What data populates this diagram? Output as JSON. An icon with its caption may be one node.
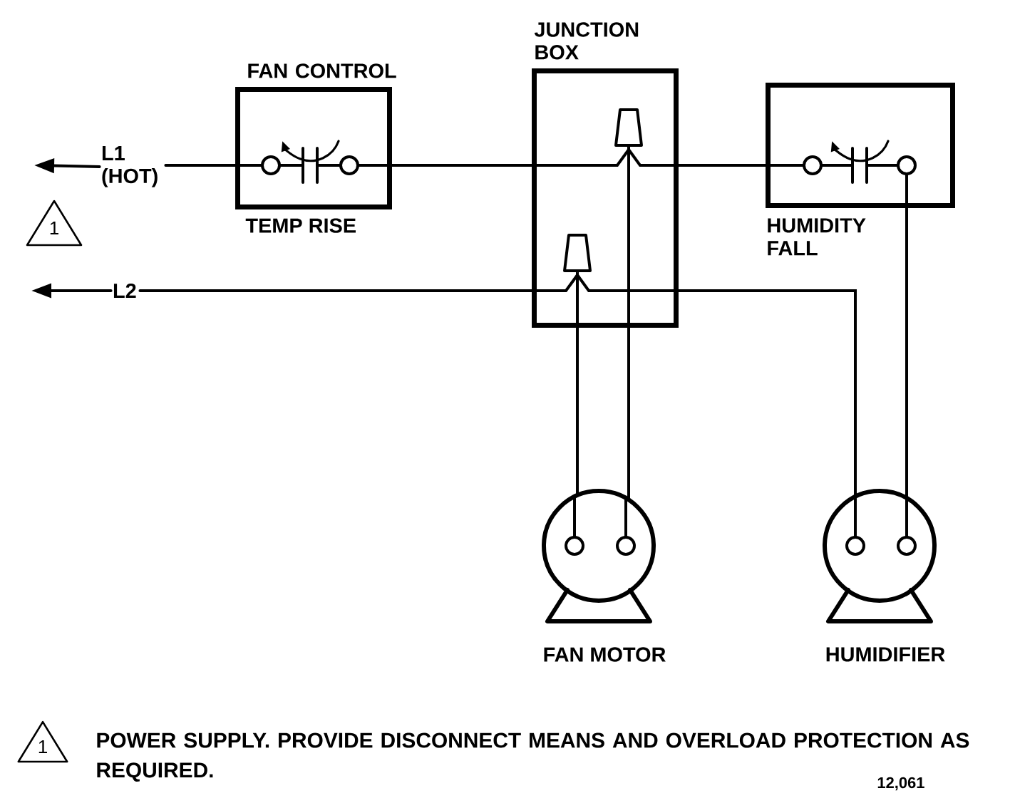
{
  "diagram": {
    "nodes": [
      {
        "text": [
          "FAN CONTROL",
          "TEMP RISE"
        ]
      },
      {
        "text": [
          "JUNCTION BOX"
        ]
      },
      {
        "text": [
          "HUMIDITY FALL"
        ]
      },
      {
        "text": [
          "FAN MOTOR"
        ]
      },
      {
        "text": [
          "HUMIDIFIER"
        ]
      },
      {
        "text": [
          "L1 (HOT)"
        ]
      },
      {
        "text": [
          "L2"
        ]
      }
    ],
    "edges": [
      {
        "from": 5,
        "to": null,
        "arrow": "to"
      },
      {
        "from": 6,
        "to": null,
        "arrow": "to"
      },
      {
        "from": 5,
        "to": 0,
        "arrow": "none"
      },
      {
        "from": 0,
        "to": 1,
        "arrow": "none"
      },
      {
        "from": 1,
        "to": 2,
        "arrow": "none"
      },
      {
        "from": 1,
        "to": 3,
        "arrow": "none"
      },
      {
        "from": 6,
        "to": 1,
        "arrow": "none"
      },
      {
        "from": 1,
        "to": 3,
        "arrow": "none"
      },
      {
        "from": 1,
        "to": 4,
        "arrow": "none"
      },
      {
        "from": 2,
        "to": 4,
        "arrow": "none"
      }
    ],
    "labels": [
      "1",
      "1",
      "POWER SUPPLY.  PROVIDE DISCONNECT MEANS AND OVERLOAD PROTECTION AS REQUIRED.",
      "12,061"
    ]
  }
}
